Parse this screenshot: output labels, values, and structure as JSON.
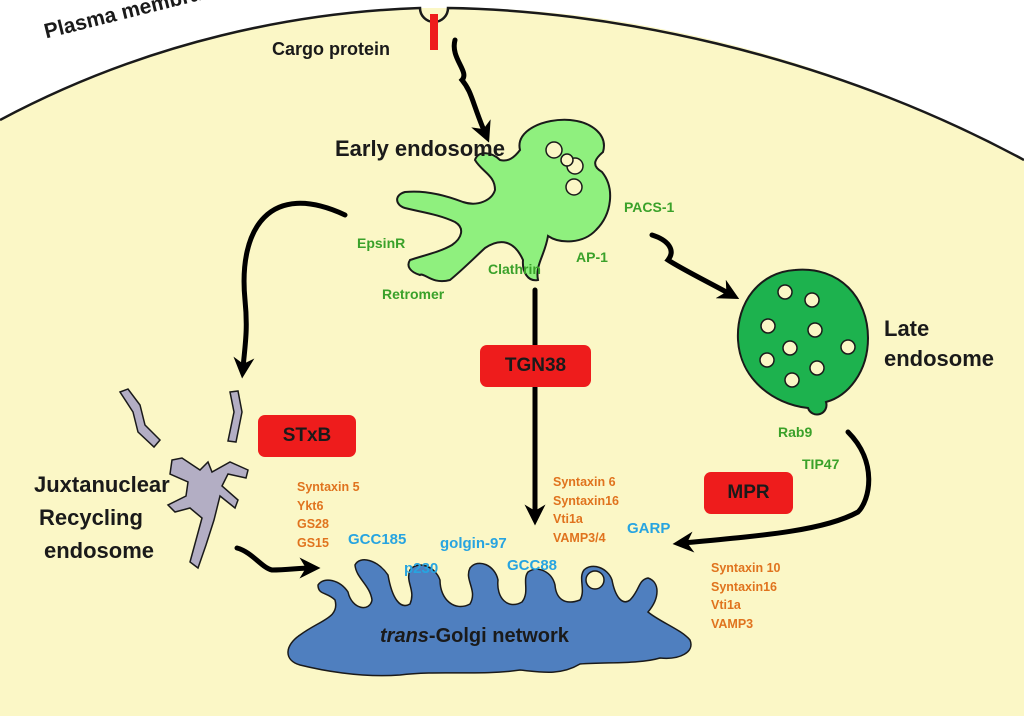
{
  "labels": {
    "plasma_membrane": "Plasma membrane",
    "cargo_protein": "Cargo protein",
    "early_endosome": "Early endosome",
    "late_endosome_line1": "Late",
    "late_endosome_line2": "endosome",
    "juxtanuclear_line1": "Juxtanuclear",
    "juxtanuclear_line2": "Recycling",
    "juxtanuclear_line3": "endosome",
    "tgn_italic": "trans",
    "tgn_rest": "-Golgi network"
  },
  "adaptors": {
    "epsinr": "EpsinR",
    "retromer": "Retromer",
    "clathrin": "Clathrin",
    "ap1": "AP-1",
    "pacs1": "PACS-1",
    "rab9": "Rab9",
    "tip47": "TIP47"
  },
  "cargo_boxes": {
    "stxb": "STxB",
    "tgn38": "TGN38",
    "mpr": "MPR"
  },
  "snares": {
    "left": [
      "Syntaxin 5",
      "Ykt6",
      "GS28",
      "GS15"
    ],
    "middle": [
      "Syntaxin 6",
      "Syntaxin16",
      "Vti1a",
      "VAMP3/4"
    ],
    "right": [
      "Syntaxin 10",
      "Syntaxin16",
      "Vti1a",
      "VAMP3"
    ]
  },
  "tethers": {
    "gcc185": "GCC185",
    "p230": "p230",
    "golgin97": "golgin-97",
    "gcc88": "GCC88",
    "garp": "GARP"
  },
  "colors": {
    "cytoplasm": "#fbf7c6",
    "early_endosome": "#8ff07e",
    "late_endosome": "#1db24e",
    "recycling_endosome": "#b3aec4",
    "golgi": "#4f7fbf",
    "cargo_box": "#ee1c1c",
    "adaptor_text": "#3aa12a",
    "snare_text": "#e0731e",
    "tether_text": "#27a4e0"
  }
}
